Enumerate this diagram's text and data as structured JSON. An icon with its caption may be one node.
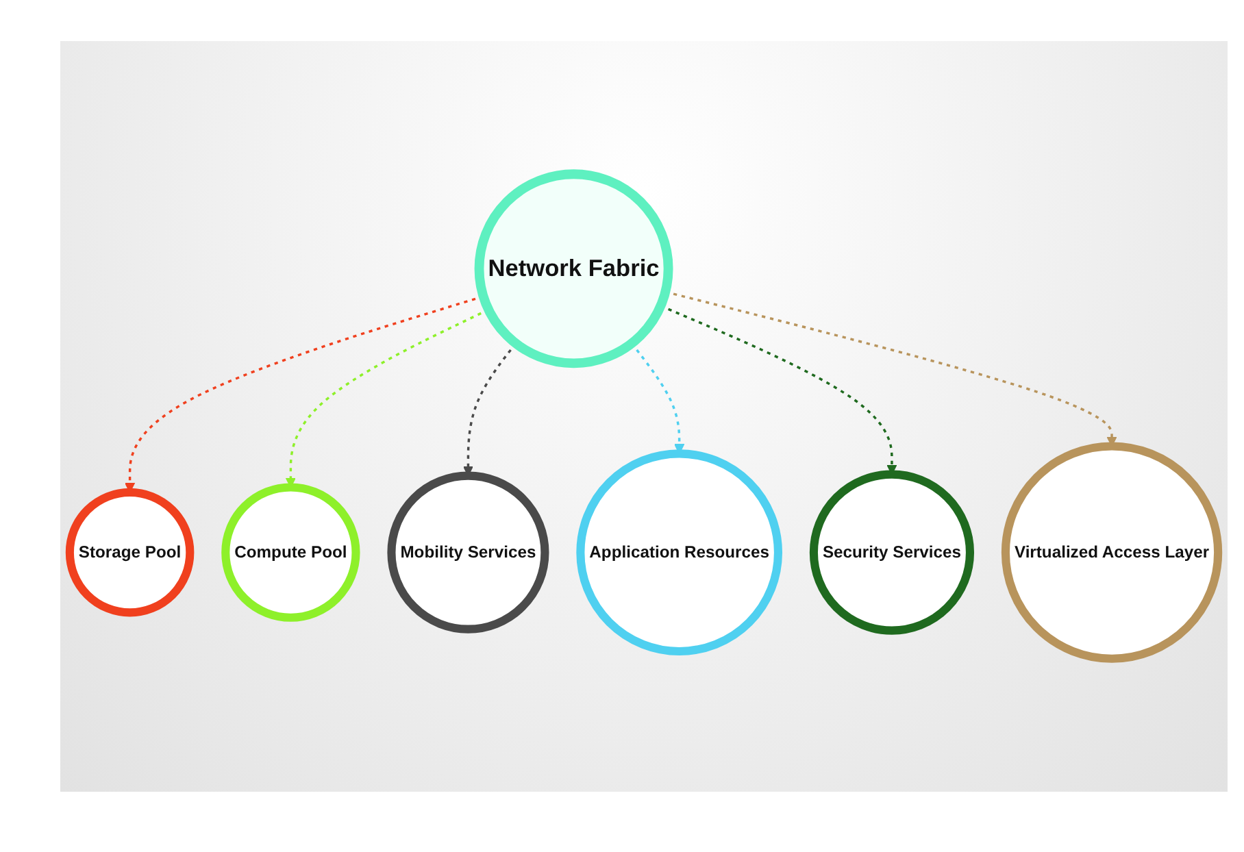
{
  "diagram": {
    "nodes": [
      {
        "text": [
          "Network Fabric"
        ]
      },
      {
        "text": [
          "Storage Pool"
        ]
      },
      {
        "text": [
          "Compute Pool"
        ]
      },
      {
        "text": [
          "Mobility Services"
        ]
      },
      {
        "text": [
          "Application Resources"
        ]
      },
      {
        "text": [
          "Security Services"
        ]
      },
      {
        "text": [
          "Virtualized Access Layer"
        ]
      }
    ],
    "edges": [
      {
        "from": 0,
        "to": 1,
        "arrow": "to",
        "style": "dashed",
        "color": "#f0401e"
      },
      {
        "from": 0,
        "to": 2,
        "arrow": "to",
        "style": "dashed",
        "color": "#8ef02a"
      },
      {
        "from": 0,
        "to": 3,
        "arrow": "to",
        "style": "dashed",
        "color": "#4a4a4a"
      },
      {
        "from": 0,
        "to": 4,
        "arrow": "to",
        "style": "dashed",
        "color": "#4fd0f0"
      },
      {
        "from": 0,
        "to": 5,
        "arrow": "to",
        "style": "dashed",
        "color": "#1f6a1f"
      },
      {
        "from": 0,
        "to": 6,
        "arrow": "to",
        "style": "dashed",
        "color": "#b8945c"
      }
    ]
  }
}
